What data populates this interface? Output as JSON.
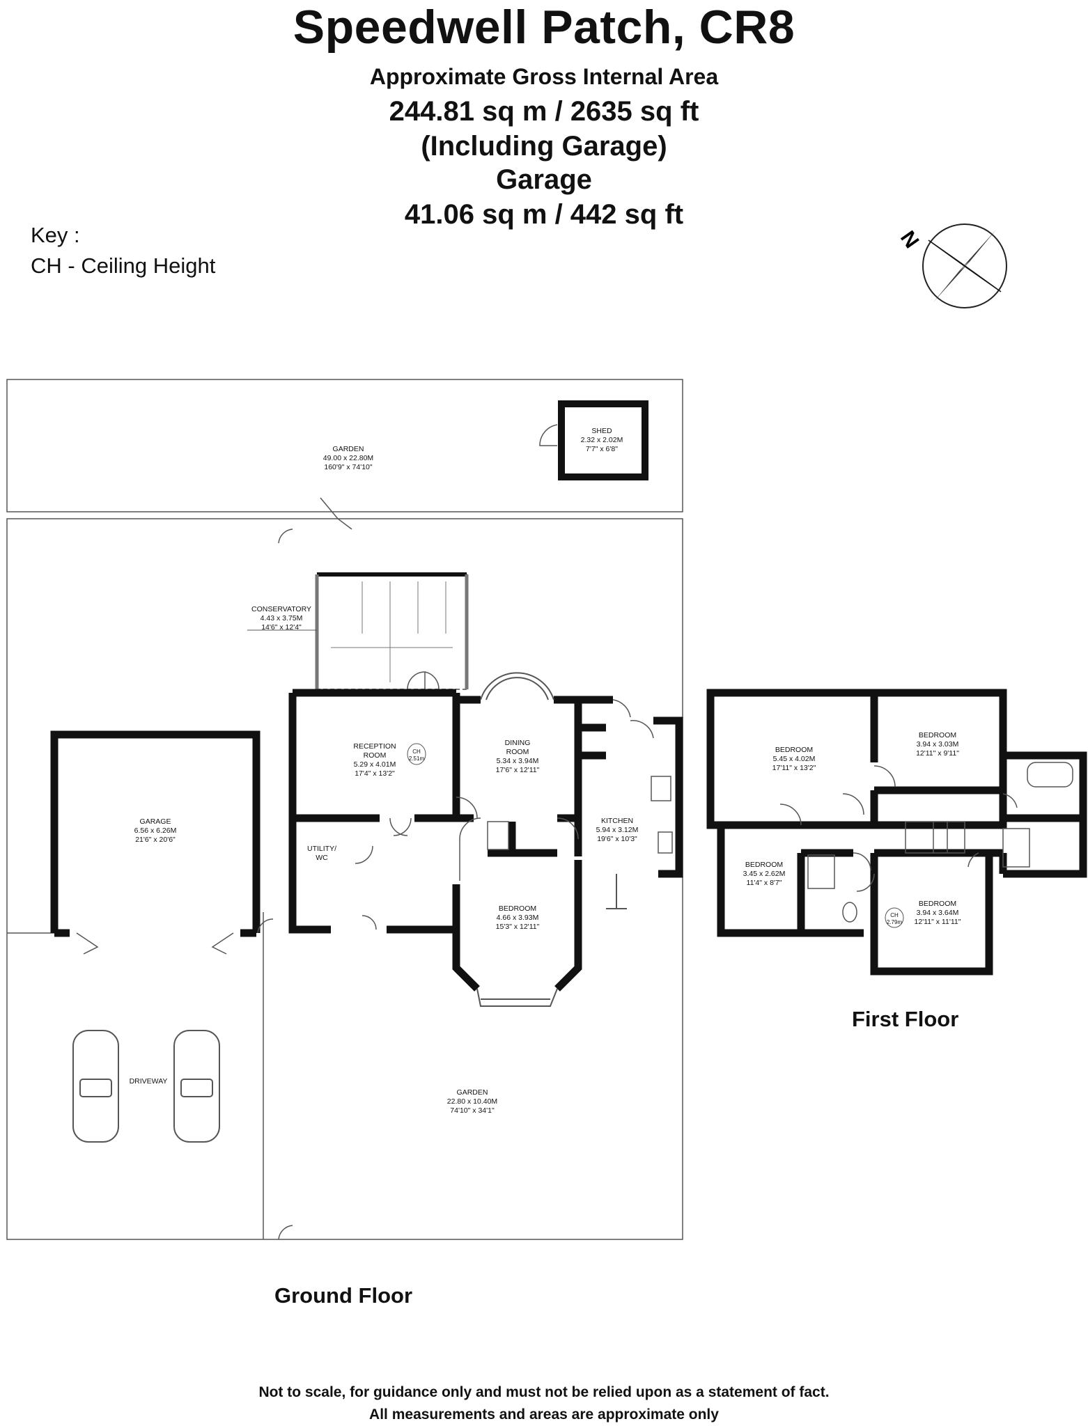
{
  "header": {
    "title": "Speedwell Patch, CR8",
    "area_heading": "Approximate Gross Internal Area",
    "area_total": "244.81 sq m / 2635 sq ft",
    "area_note": "(Including Garage)",
    "garage_heading": "Garage",
    "garage_area": "41.06 sq m / 442 sq ft"
  },
  "key": {
    "label": "Key :",
    "ch": "CH - Ceiling Height"
  },
  "compass": {
    "label": "N",
    "icon": "compass-rose-icon"
  },
  "rooms": {
    "garden_top": {
      "name": "GARDEN",
      "m": "49.00 x 22.80M",
      "ft": "160'9\" x 74'10\""
    },
    "shed": {
      "name": "SHED",
      "m": "2.32 x 2.02M",
      "ft": "7'7\" x 6'8\""
    },
    "conservatory": {
      "name": "CONSERVATORY",
      "m": "4.43 x 3.75M",
      "ft": "14'6\" x 12'4\""
    },
    "reception": {
      "name1": "RECEPTION",
      "name2": "ROOM",
      "m": "5.29 x 4.01M",
      "ft": "17'4\" x 13'2\"",
      "ch1": "CH",
      "ch2": "2.51m"
    },
    "dining": {
      "name1": "DINING",
      "name2": "ROOM",
      "m": "5.34 x 3.94M",
      "ft": "17'6\" x 12'11\""
    },
    "kitchen": {
      "name": "KITCHEN",
      "m": "5.94 x 3.12M",
      "ft": "19'6\" x 10'3\""
    },
    "utility": {
      "name1": "UTILITY/",
      "name2": "WC"
    },
    "garage": {
      "name": "GARAGE",
      "m": "6.56 x 6.26M",
      "ft": "21'6\" x 20'6\""
    },
    "bedroom_gf": {
      "name": "BEDROOM",
      "m": "4.66 x 3.93M",
      "ft": "15'3\" x 12'11\""
    },
    "driveway": {
      "name": "DRIVEWAY"
    },
    "garden_front": {
      "name": "GARDEN",
      "m": "22.80 x 10.40M",
      "ft": "74'10\" x 34'1\""
    },
    "bedroom_1": {
      "name": "BEDROOM",
      "m": "5.45 x 4.02M",
      "ft": "17'11\" x 13'2\""
    },
    "bedroom_2": {
      "name": "BEDROOM",
      "m": "3.94 x 3.03M",
      "ft": "12'11\" x 9'11\""
    },
    "bedroom_3": {
      "name": "BEDROOM",
      "m": "3.45 x 2.62M",
      "ft": "11'4\" x 8'7\""
    },
    "bedroom_4": {
      "name": "BEDROOM",
      "m": "3.94 x 3.64M",
      "ft": "12'11\" x 11'11\"",
      "ch1": "CH",
      "ch2": "2.79m"
    }
  },
  "floors": {
    "ground": "Ground Floor",
    "first": "First Floor"
  },
  "footer": {
    "line1": "Not to scale, for guidance only and must not be relied upon as a statement of fact.",
    "line2": "All measurements and areas are approximate only"
  }
}
